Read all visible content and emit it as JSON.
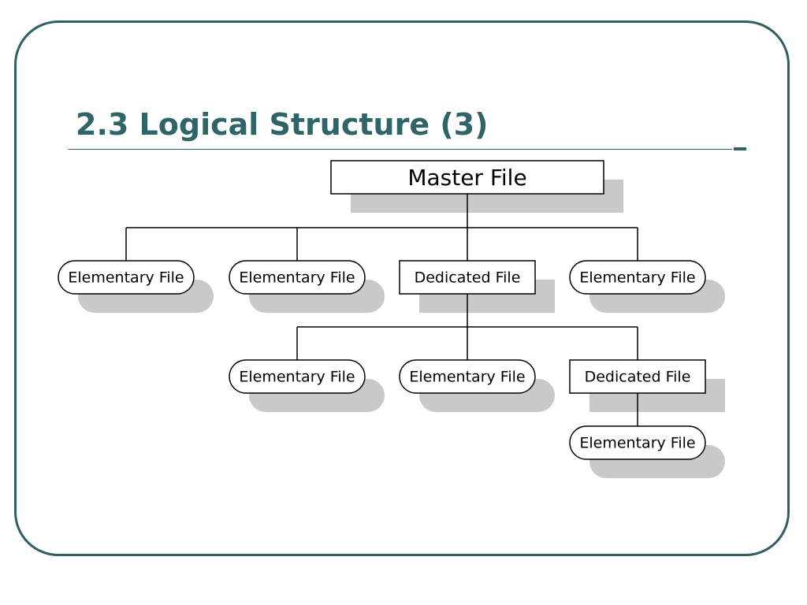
{
  "slide": {
    "title": "2.3 Logical Structure (3)"
  },
  "colors": {
    "accent": "#2f6567",
    "shadow": "#c9c9c9",
    "node_border": "#000000"
  },
  "diagram": {
    "type": "file-hierarchy-tree",
    "root": {
      "id": "master-file",
      "label": "Master File",
      "kind": "master",
      "children": [
        {
          "id": "ef-1",
          "label": "Elementary File",
          "kind": "elementary",
          "children": []
        },
        {
          "id": "ef-2",
          "label": "Elementary File",
          "kind": "elementary",
          "children": []
        },
        {
          "id": "df-1",
          "label": "Dedicated File",
          "kind": "dedicated",
          "children": [
            {
              "id": "ef-4",
              "label": "Elementary File",
              "kind": "elementary",
              "children": []
            },
            {
              "id": "ef-5",
              "label": "Elementary File",
              "kind": "elementary",
              "children": []
            },
            {
              "id": "df-2",
              "label": "Dedicated File",
              "kind": "dedicated",
              "children": [
                {
                  "id": "ef-6",
                  "label": "Elementary File",
                  "kind": "elementary",
                  "children": []
                }
              ]
            }
          ]
        },
        {
          "id": "ef-3",
          "label": "Elementary File",
          "kind": "elementary",
          "children": []
        }
      ]
    }
  }
}
